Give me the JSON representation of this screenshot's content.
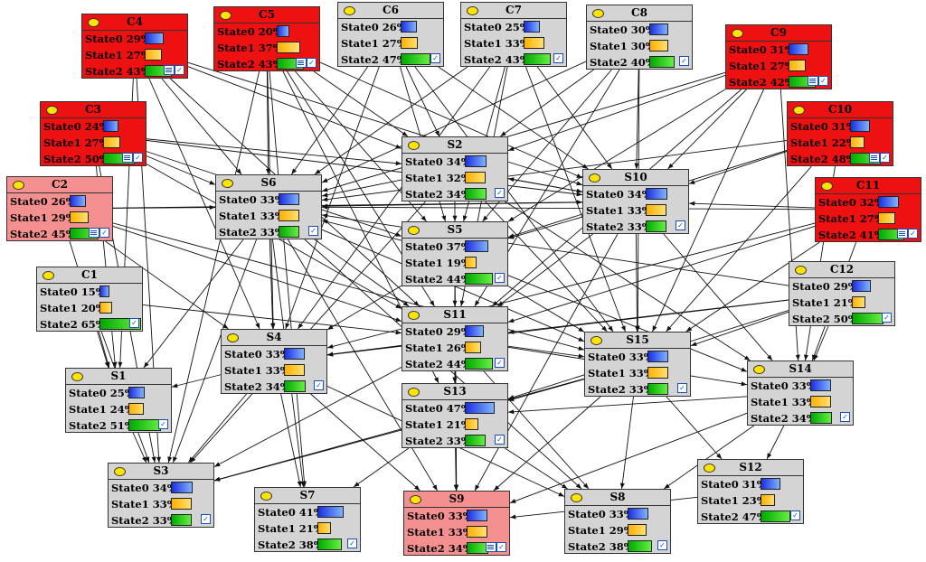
{
  "colors": {
    "evidence_red": "#ee1111",
    "query_pink": "#f59090",
    "default_gray": "#d4d4d4"
  },
  "nodes": [
    {
      "id": "C4",
      "label": "C4",
      "style": "red",
      "states": [
        {
          "name": "State0",
          "pct": "29%",
          "value": 29
        },
        {
          "name": "State1",
          "pct": "27%",
          "value": 27
        },
        {
          "name": "State2",
          "pct": "43%",
          "value": 43
        }
      ],
      "mini": true
    },
    {
      "id": "C5",
      "label": "C5",
      "style": "red",
      "states": [
        {
          "name": "State0",
          "pct": "20%",
          "value": 20
        },
        {
          "name": "State1",
          "pct": "37%",
          "value": 37
        },
        {
          "name": "State2",
          "pct": "43%",
          "value": 43
        }
      ],
      "mini": true
    },
    {
      "id": "C6",
      "label": "C6",
      "style": "gray",
      "states": [
        {
          "name": "State0",
          "pct": "26%",
          "value": 26
        },
        {
          "name": "State1",
          "pct": "27%",
          "value": 27
        },
        {
          "name": "State2",
          "pct": "47%",
          "value": 47
        }
      ],
      "mini": false
    },
    {
      "id": "C7",
      "label": "C7",
      "style": "gray",
      "states": [
        {
          "name": "State0",
          "pct": "25%",
          "value": 25
        },
        {
          "name": "State1",
          "pct": "33%",
          "value": 33
        },
        {
          "name": "State2",
          "pct": "43%",
          "value": 43
        }
      ],
      "mini": false
    },
    {
      "id": "C8",
      "label": "C8",
      "style": "gray",
      "states": [
        {
          "name": "State0",
          "pct": "30%",
          "value": 30
        },
        {
          "name": "State1",
          "pct": "30%",
          "value": 30
        },
        {
          "name": "State2",
          "pct": "40%",
          "value": 40
        }
      ],
      "mini": false
    },
    {
      "id": "C9",
      "label": "C9",
      "style": "red",
      "states": [
        {
          "name": "State0",
          "pct": "31%",
          "value": 31
        },
        {
          "name": "State1",
          "pct": "27%",
          "value": 27
        },
        {
          "name": "State2",
          "pct": "42%",
          "value": 42
        }
      ],
      "mini": true
    },
    {
      "id": "C3",
      "label": "C3",
      "style": "red",
      "states": [
        {
          "name": "State0",
          "pct": "24%",
          "value": 24
        },
        {
          "name": "State1",
          "pct": "27%",
          "value": 27
        },
        {
          "name": "State2",
          "pct": "50%",
          "value": 50
        }
      ],
      "mini": true
    },
    {
      "id": "C10",
      "label": "C10",
      "style": "red",
      "states": [
        {
          "name": "State0",
          "pct": "31%",
          "value": 31
        },
        {
          "name": "State1",
          "pct": "22%",
          "value": 22
        },
        {
          "name": "State2",
          "pct": "48%",
          "value": 48
        }
      ],
      "mini": true
    },
    {
      "id": "S2",
      "label": "S2",
      "style": "gray",
      "states": [
        {
          "name": "State0",
          "pct": "34%",
          "value": 34
        },
        {
          "name": "State1",
          "pct": "32%",
          "value": 32
        },
        {
          "name": "State2",
          "pct": "34%",
          "value": 34
        }
      ],
      "mini": false
    },
    {
      "id": "C2",
      "label": "C2",
      "style": "pink",
      "states": [
        {
          "name": "State0",
          "pct": "26%",
          "value": 26
        },
        {
          "name": "State1",
          "pct": "29%",
          "value": 29
        },
        {
          "name": "State2",
          "pct": "45%",
          "value": 45
        }
      ],
      "mini": true
    },
    {
      "id": "S6",
      "label": "S6",
      "style": "gray",
      "states": [
        {
          "name": "State0",
          "pct": "33%",
          "value": 33
        },
        {
          "name": "State1",
          "pct": "33%",
          "value": 33
        },
        {
          "name": "State2",
          "pct": "33%",
          "value": 33
        }
      ],
      "mini": false
    },
    {
      "id": "S10",
      "label": "S10",
      "style": "gray",
      "states": [
        {
          "name": "State0",
          "pct": "34%",
          "value": 34
        },
        {
          "name": "State1",
          "pct": "33%",
          "value": 33
        },
        {
          "name": "State2",
          "pct": "33%",
          "value": 33
        }
      ],
      "mini": false
    },
    {
      "id": "C11",
      "label": "C11",
      "style": "red",
      "states": [
        {
          "name": "State0",
          "pct": "32%",
          "value": 32
        },
        {
          "name": "State1",
          "pct": "27%",
          "value": 27
        },
        {
          "name": "State2",
          "pct": "41%",
          "value": 41
        }
      ],
      "mini": true
    },
    {
      "id": "S5",
      "label": "S5",
      "style": "gray",
      "states": [
        {
          "name": "State0",
          "pct": "37%",
          "value": 37
        },
        {
          "name": "State1",
          "pct": "19%",
          "value": 19
        },
        {
          "name": "State2",
          "pct": "44%",
          "value": 44
        }
      ],
      "mini": false
    },
    {
      "id": "C1",
      "label": "C1",
      "style": "gray",
      "states": [
        {
          "name": "State0",
          "pct": "15%",
          "value": 15
        },
        {
          "name": "State1",
          "pct": "20%",
          "value": 20
        },
        {
          "name": "State2",
          "pct": "65%",
          "value": 65
        }
      ],
      "mini": false
    },
    {
      "id": "C12",
      "label": "C12",
      "style": "gray",
      "states": [
        {
          "name": "State0",
          "pct": "29%",
          "value": 29
        },
        {
          "name": "State1",
          "pct": "21%",
          "value": 21
        },
        {
          "name": "State2",
          "pct": "50%",
          "value": 50
        }
      ],
      "mini": false
    },
    {
      "id": "S11",
      "label": "S11",
      "style": "gray",
      "states": [
        {
          "name": "State0",
          "pct": "29%",
          "value": 29
        },
        {
          "name": "State1",
          "pct": "26%",
          "value": 26
        },
        {
          "name": "State2",
          "pct": "44%",
          "value": 44
        }
      ],
      "mini": false
    },
    {
      "id": "S4",
      "label": "S4",
      "style": "gray",
      "states": [
        {
          "name": "State0",
          "pct": "33%",
          "value": 33
        },
        {
          "name": "State1",
          "pct": "33%",
          "value": 33
        },
        {
          "name": "State2",
          "pct": "34%",
          "value": 34
        }
      ],
      "mini": false
    },
    {
      "id": "S15",
      "label": "S15",
      "style": "gray",
      "states": [
        {
          "name": "State0",
          "pct": "33%",
          "value": 33
        },
        {
          "name": "State1",
          "pct": "33%",
          "value": 33
        },
        {
          "name": "State2",
          "pct": "33%",
          "value": 33
        }
      ],
      "mini": false
    },
    {
      "id": "S14",
      "label": "S14",
      "style": "gray",
      "states": [
        {
          "name": "State0",
          "pct": "33%",
          "value": 33
        },
        {
          "name": "State1",
          "pct": "33%",
          "value": 33
        },
        {
          "name": "State2",
          "pct": "34%",
          "value": 34
        }
      ],
      "mini": false
    },
    {
      "id": "S1",
      "label": "S1",
      "style": "gray",
      "states": [
        {
          "name": "State0",
          "pct": "25%",
          "value": 25
        },
        {
          "name": "State1",
          "pct": "24%",
          "value": 24
        },
        {
          "name": "State2",
          "pct": "51%",
          "value": 51
        }
      ],
      "mini": false
    },
    {
      "id": "S13",
      "label": "S13",
      "style": "gray",
      "states": [
        {
          "name": "State0",
          "pct": "47%",
          "value": 47
        },
        {
          "name": "State1",
          "pct": "21%",
          "value": 21
        },
        {
          "name": "State2",
          "pct": "33%",
          "value": 33
        }
      ],
      "mini": false
    },
    {
      "id": "S3",
      "label": "S3",
      "style": "gray",
      "states": [
        {
          "name": "State0",
          "pct": "34%",
          "value": 34
        },
        {
          "name": "State1",
          "pct": "33%",
          "value": 33
        },
        {
          "name": "State2",
          "pct": "33%",
          "value": 33
        }
      ],
      "mini": false
    },
    {
      "id": "S7",
      "label": "S7",
      "style": "gray",
      "states": [
        {
          "name": "State0",
          "pct": "41%",
          "value": 41
        },
        {
          "name": "State1",
          "pct": "21%",
          "value": 21
        },
        {
          "name": "State2",
          "pct": "38%",
          "value": 38
        }
      ],
      "mini": false
    },
    {
      "id": "S9",
      "label": "S9",
      "style": "pink",
      "states": [
        {
          "name": "State0",
          "pct": "33%",
          "value": 33
        },
        {
          "name": "State1",
          "pct": "33%",
          "value": 33
        },
        {
          "name": "State2",
          "pct": "34%",
          "value": 34
        }
      ],
      "mini": true
    },
    {
      "id": "S8",
      "label": "S8",
      "style": "gray",
      "states": [
        {
          "name": "State0",
          "pct": "33%",
          "value": 33
        },
        {
          "name": "State1",
          "pct": "29%",
          "value": 29
        },
        {
          "name": "State2",
          "pct": "38%",
          "value": 38
        }
      ],
      "mini": false
    },
    {
      "id": "S12",
      "label": "S12",
      "style": "gray",
      "states": [
        {
          "name": "State0",
          "pct": "31%",
          "value": 31
        },
        {
          "name": "State1",
          "pct": "23%",
          "value": 23
        },
        {
          "name": "State2",
          "pct": "47%",
          "value": 47
        }
      ],
      "mini": false
    }
  ],
  "edges": [
    [
      "C4",
      "S6"
    ],
    [
      "C4",
      "S2"
    ],
    [
      "C4",
      "S4"
    ],
    [
      "C4",
      "S11"
    ],
    [
      "C4",
      "S1"
    ],
    [
      "C4",
      "S3"
    ],
    [
      "C4",
      "S10"
    ],
    [
      "C5",
      "S6"
    ],
    [
      "C5",
      "S2"
    ],
    [
      "C5",
      "S5"
    ],
    [
      "C5",
      "S4"
    ],
    [
      "C5",
      "S11"
    ],
    [
      "C5",
      "S13"
    ],
    [
      "C5",
      "S7"
    ],
    [
      "C5",
      "S3"
    ],
    [
      "C5",
      "S10"
    ],
    [
      "C6",
      "S6"
    ],
    [
      "C6",
      "S2"
    ],
    [
      "C6",
      "S5"
    ],
    [
      "C6",
      "S10"
    ],
    [
      "C6",
      "S4"
    ],
    [
      "C6",
      "S15"
    ],
    [
      "C7",
      "S6"
    ],
    [
      "C7",
      "S5"
    ],
    [
      "C7",
      "S11"
    ],
    [
      "C7",
      "S10"
    ],
    [
      "C7",
      "S15"
    ],
    [
      "C7",
      "S4"
    ],
    [
      "C8",
      "S6"
    ],
    [
      "C8",
      "S10"
    ],
    [
      "C8",
      "S2"
    ],
    [
      "C8",
      "S5"
    ],
    [
      "C8",
      "S15"
    ],
    [
      "C8",
      "S11"
    ],
    [
      "C9",
      "S10"
    ],
    [
      "C9",
      "S6"
    ],
    [
      "C9",
      "S5"
    ],
    [
      "C9",
      "S15"
    ],
    [
      "C9",
      "S14"
    ],
    [
      "C9",
      "S11"
    ],
    [
      "C9",
      "S2"
    ],
    [
      "C10",
      "S10"
    ],
    [
      "C10",
      "S6"
    ],
    [
      "C10",
      "S15"
    ],
    [
      "C10",
      "S14"
    ],
    [
      "C10",
      "S5"
    ],
    [
      "C11",
      "S6"
    ],
    [
      "C11",
      "S10"
    ],
    [
      "C11",
      "S14"
    ],
    [
      "C11",
      "S11"
    ],
    [
      "C11",
      "S15"
    ],
    [
      "C11",
      "S4"
    ],
    [
      "C3",
      "S6"
    ],
    [
      "C3",
      "S2"
    ],
    [
      "C3",
      "S5"
    ],
    [
      "C3",
      "S1"
    ],
    [
      "C3",
      "S3"
    ],
    [
      "C3",
      "S10"
    ],
    [
      "C3",
      "S11"
    ],
    [
      "C2",
      "S6"
    ],
    [
      "C2",
      "S11"
    ],
    [
      "C2",
      "S4"
    ],
    [
      "C2",
      "S1"
    ],
    [
      "C2",
      "S15"
    ],
    [
      "C2",
      "S10"
    ],
    [
      "C1",
      "S1"
    ],
    [
      "C1",
      "S3"
    ],
    [
      "C1",
      "S11"
    ],
    [
      "C12",
      "S6"
    ],
    [
      "C12",
      "S14"
    ],
    [
      "C12",
      "S15"
    ],
    [
      "C12",
      "S4"
    ],
    [
      "C12",
      "S11"
    ],
    [
      "C12",
      "S13"
    ],
    [
      "S2",
      "S6"
    ],
    [
      "S2",
      "S5"
    ],
    [
      "S2",
      "S10"
    ],
    [
      "S2",
      "S15"
    ],
    [
      "S2",
      "S3"
    ],
    [
      "S2",
      "S14"
    ],
    [
      "S10",
      "S6"
    ],
    [
      "S10",
      "S5"
    ],
    [
      "S10",
      "S15"
    ],
    [
      "S10",
      "S14"
    ],
    [
      "S10",
      "S11"
    ],
    [
      "S10",
      "S9"
    ],
    [
      "S10",
      "S2"
    ],
    [
      "S5",
      "S6"
    ],
    [
      "S5",
      "S11"
    ],
    [
      "S5",
      "S4"
    ],
    [
      "S5",
      "S15"
    ],
    [
      "S5",
      "S14"
    ],
    [
      "S5",
      "S13"
    ],
    [
      "S5",
      "S9"
    ],
    [
      "S6",
      "S4"
    ],
    [
      "S6",
      "S11"
    ],
    [
      "S6",
      "S3"
    ],
    [
      "S6",
      "S7"
    ],
    [
      "S6",
      "S9"
    ],
    [
      "S6",
      "S1"
    ],
    [
      "S6",
      "S15"
    ],
    [
      "S6",
      "S8"
    ],
    [
      "S11",
      "S4"
    ],
    [
      "S11",
      "S15"
    ],
    [
      "S11",
      "S13"
    ],
    [
      "S11",
      "S3"
    ],
    [
      "S11",
      "S9"
    ],
    [
      "S11",
      "S8"
    ],
    [
      "S11",
      "S14"
    ],
    [
      "S4",
      "S1"
    ],
    [
      "S4",
      "S3"
    ],
    [
      "S4",
      "S7"
    ],
    [
      "S4",
      "S9"
    ],
    [
      "S4",
      "S8"
    ],
    [
      "S15",
      "S13"
    ],
    [
      "S15",
      "S9"
    ],
    [
      "S15",
      "S8"
    ],
    [
      "S15",
      "S12"
    ],
    [
      "S15",
      "S3"
    ],
    [
      "S14",
      "S12"
    ],
    [
      "S14",
      "S8"
    ],
    [
      "S14",
      "S9"
    ],
    [
      "S14",
      "S13"
    ],
    [
      "S13",
      "S3"
    ],
    [
      "S13",
      "S9"
    ],
    [
      "S13",
      "S8"
    ],
    [
      "S13",
      "S7"
    ],
    [
      "S1",
      "S3"
    ],
    [
      "S12",
      "S9"
    ]
  ]
}
